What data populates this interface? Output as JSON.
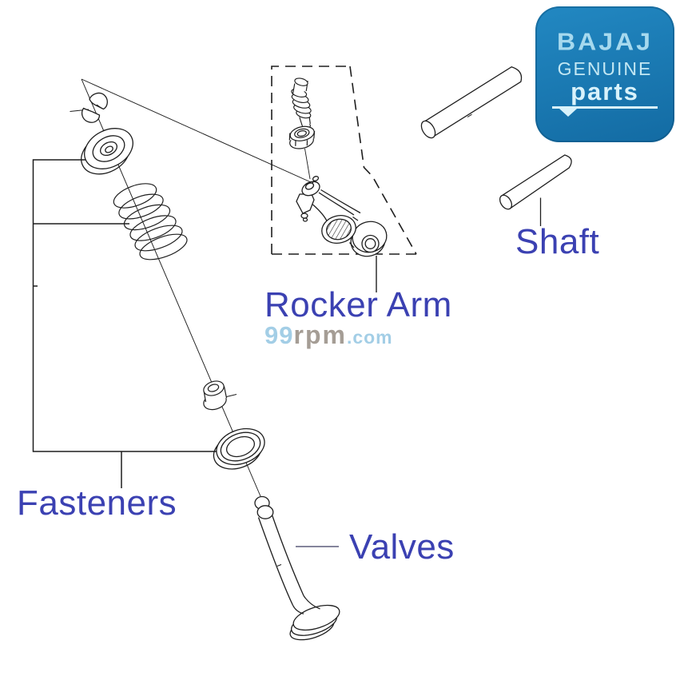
{
  "colors": {
    "label": "#3b41b2",
    "line_art": "#1e1e1e",
    "leader_navy": "#3c3c60",
    "watermark_blue": "#a3cee6",
    "watermark_gray": "#a59d95",
    "logo_bg_top": "#2288c2",
    "logo_bg_bottom": "#136ba3",
    "logo_brand_text": "#a6d9ee",
    "logo_genuine_text": "#c2e7f3",
    "logo_parts_text": "#d8f2fb"
  },
  "labels": {
    "shaft": "Shaft",
    "rocker_arm": "Rocker Arm",
    "fasteners": "Fasteners",
    "valves": "Valves"
  },
  "watermark": {
    "prefix": "99",
    "mid": "rpm",
    "suffix": ".com"
  },
  "logo": {
    "brand": "BAJAJ",
    "line1": "GENUINE",
    "line2": "parts"
  },
  "diagram": {
    "parts": [
      "valve-cotters",
      "valve-spring-retainer",
      "valve-spring",
      "valve-stem-seal",
      "spring-seat-washer",
      "engine-valve",
      "tappet-adjuster-screw",
      "adjuster-lock-nut",
      "rocker-arm",
      "rocker-shaft-long",
      "rocker-shaft-short"
    ]
  }
}
